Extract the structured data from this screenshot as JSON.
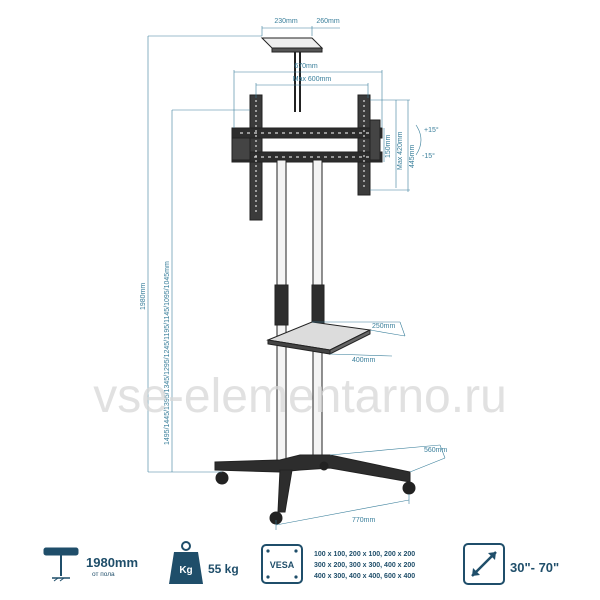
{
  "dimensions": {
    "top_shelf_depth": "230mm",
    "top_shelf_width": "260mm",
    "mount_width": "670mm",
    "vesa_max_width": "Max 600mm",
    "tilt_up": "+15°",
    "tilt_down": "-15°",
    "vert_150": "150mm",
    "vert_max420": "Max 420mm",
    "vert_445": "445mm",
    "total_height": "1980mm",
    "height_options": "1495/1445/1395/1345/1295/1245/1195/1145/1095/1045mm",
    "shelf_depth": "250mm",
    "shelf_width": "400mm",
    "base_depth": "560mm",
    "base_width": "770mm"
  },
  "watermark": "vse-elementarno.ru",
  "specs": {
    "height_value": "1980mm",
    "height_note": "от пола",
    "weight_icon_label": "Kg",
    "weight_value": "55 kg",
    "vesa_badge": "VESA",
    "vesa_rows": [
      "100 x 100, 200 x 100, 200 x 200",
      "300 x 200, 300 x 300, 400 x 200",
      "400 x 300, 400 x 400, 600 x 400"
    ],
    "screen_size": "30\"- 70\""
  },
  "colors": {
    "dimension_lines": "#3a7f9b",
    "icon_blue": "#1f4e6a",
    "metal": "#2b2b2b"
  }
}
